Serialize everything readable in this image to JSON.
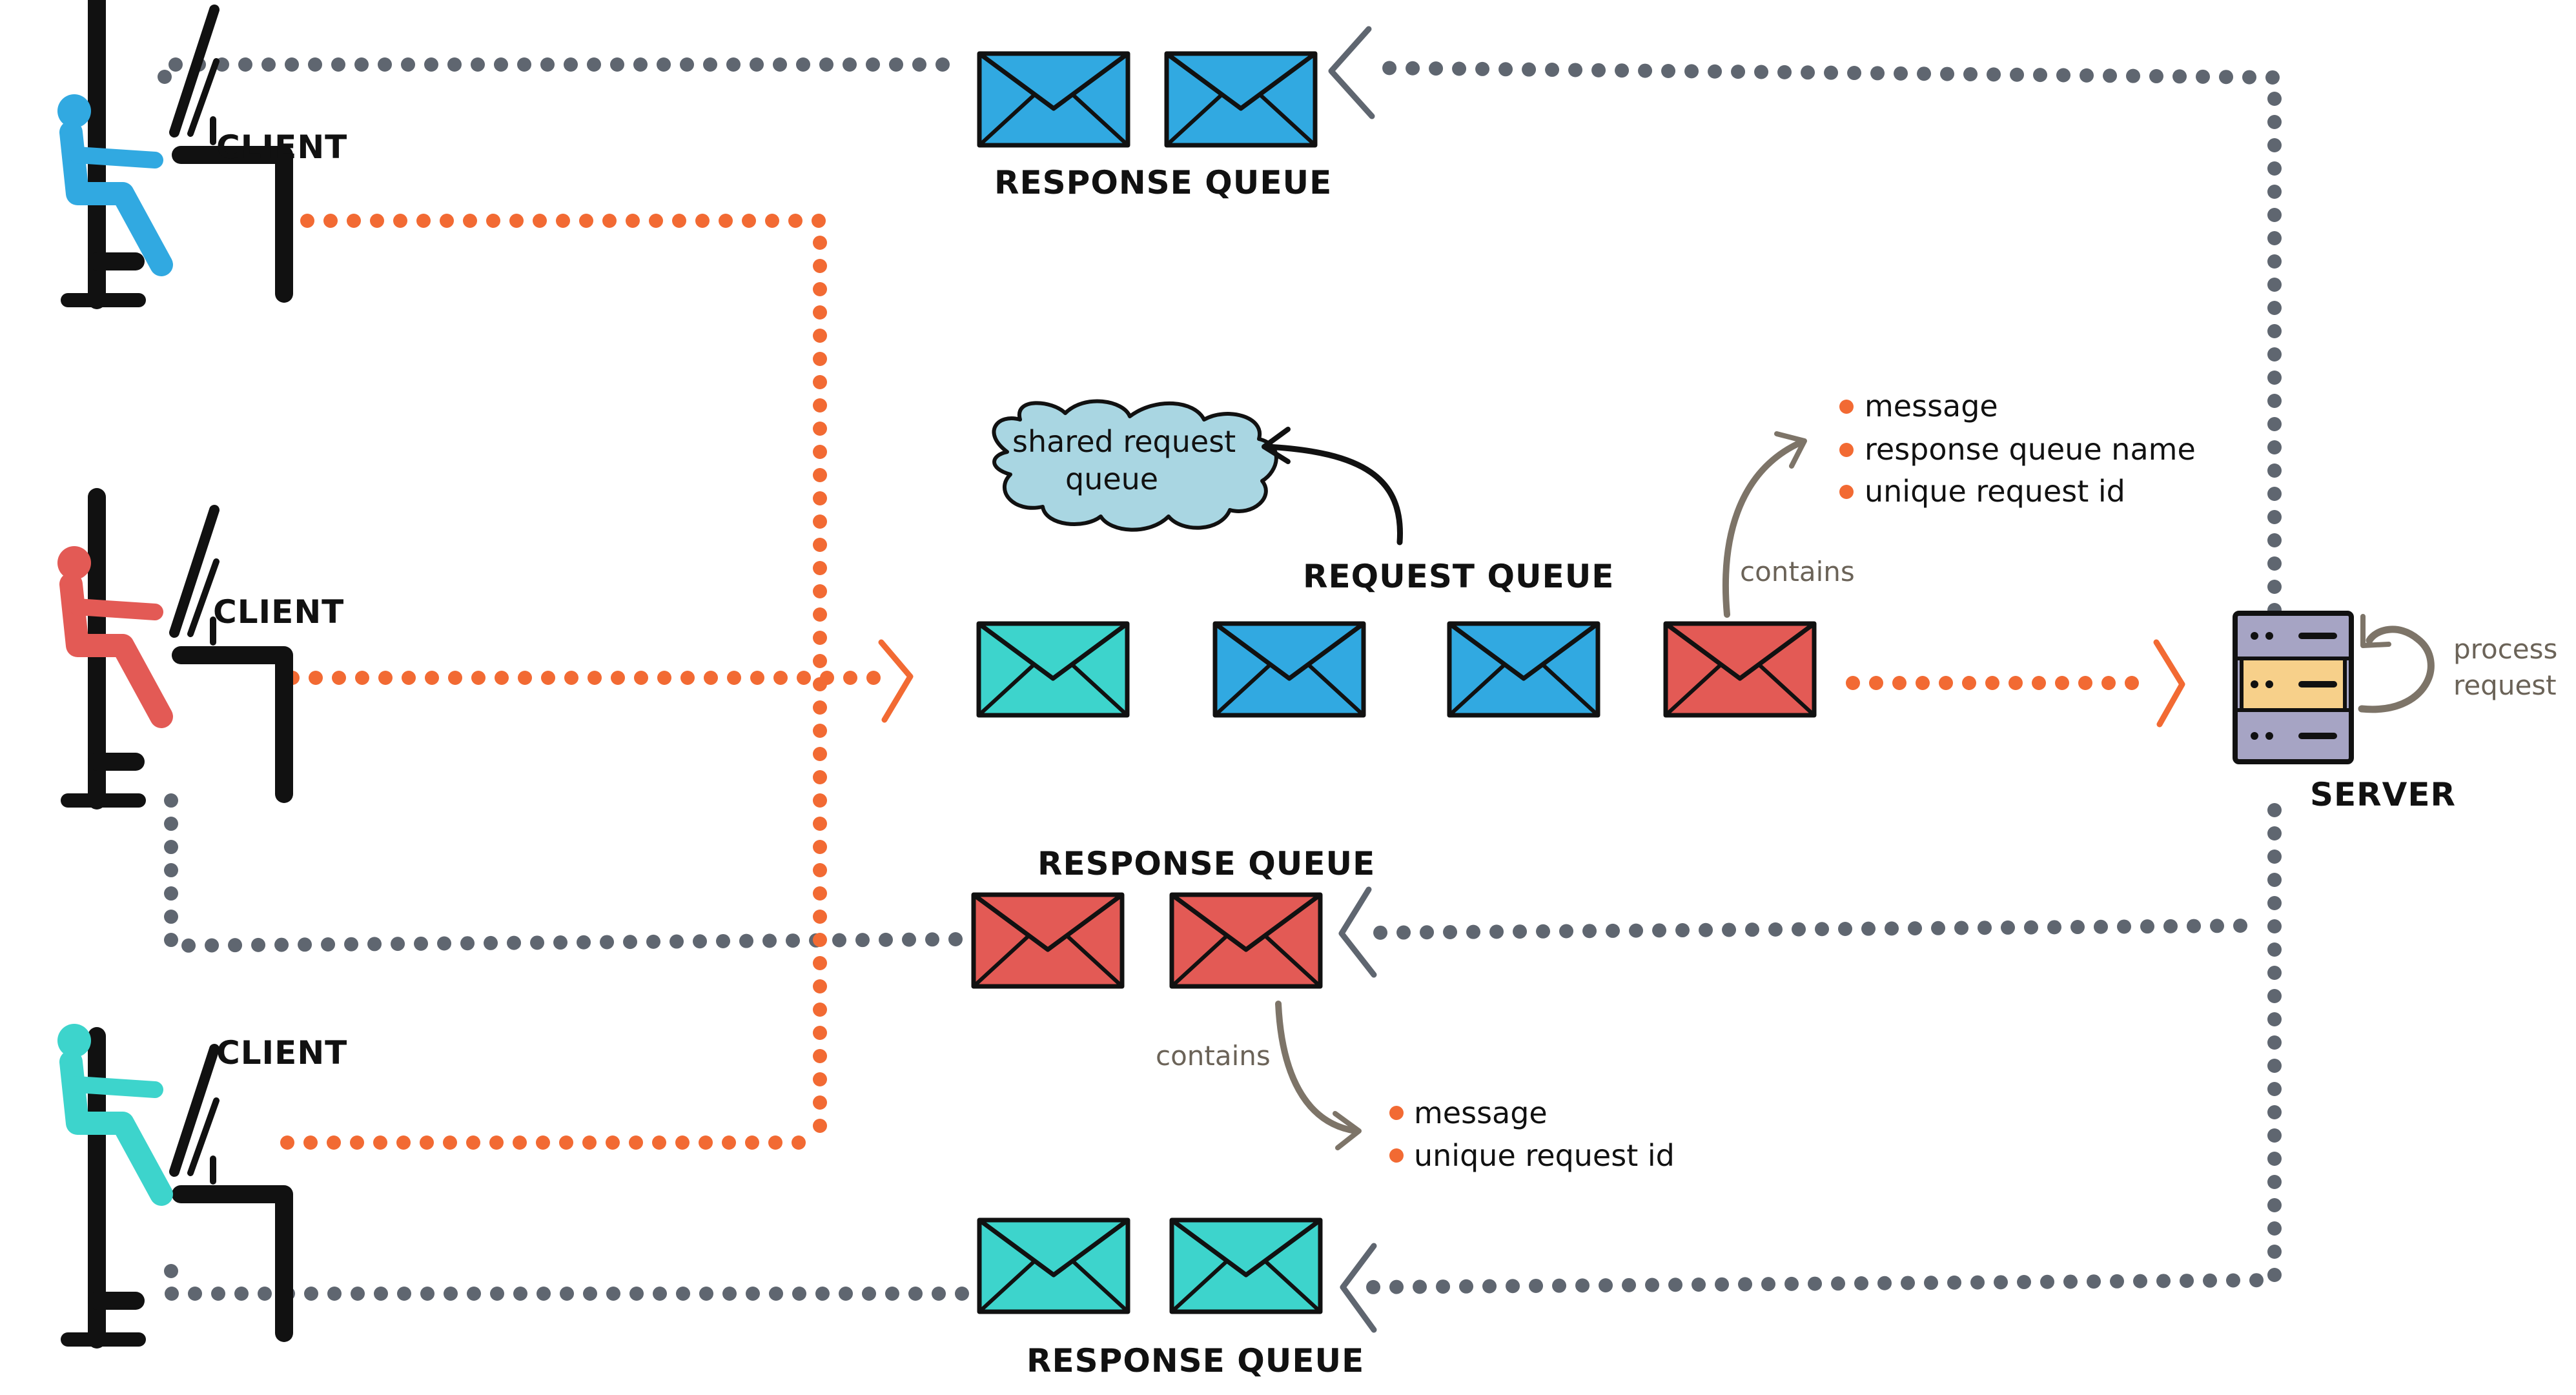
{
  "colors": {
    "orange_path": "#f26a33",
    "grey_path": "#5f6670",
    "blue": "#31a9e1",
    "red": "#e35a55",
    "teal": "#3dd4cc",
    "cloud": "#a9d6e2",
    "server_frame": "#a6a4c4",
    "server_highlight": "#f7d08a",
    "arrow_brown": "#7d7468"
  },
  "clients": [
    {
      "label": "CLIENT",
      "color": "blue"
    },
    {
      "label": "CLIENT",
      "color": "red"
    },
    {
      "label": "CLIENT",
      "color": "teal"
    }
  ],
  "response_queues": [
    {
      "label": "RESPONSE QUEUE",
      "color": "blue"
    },
    {
      "label": "RESPONSE QUEUE",
      "color": "red"
    },
    {
      "label": "RESPONSE QUEUE",
      "color": "teal"
    }
  ],
  "request_queue": {
    "label": "REQUEST QUEUE",
    "messages": [
      "teal",
      "blue",
      "blue",
      "red"
    ],
    "cloud_note": [
      "shared request",
      "queue"
    ],
    "contains_label": "contains",
    "contains_items": [
      "message",
      "response queue name",
      "unique request id"
    ]
  },
  "response_contents": {
    "contains_label": "contains",
    "items": [
      "message",
      "unique request id"
    ]
  },
  "server": {
    "label": "SERVER",
    "note": [
      "process",
      "request"
    ]
  },
  "icons": [
    "user-at-desk-icon",
    "envelope-icon",
    "server-rack-icon",
    "cloud-bubble-icon",
    "chevron-arrowhead-icon"
  ]
}
